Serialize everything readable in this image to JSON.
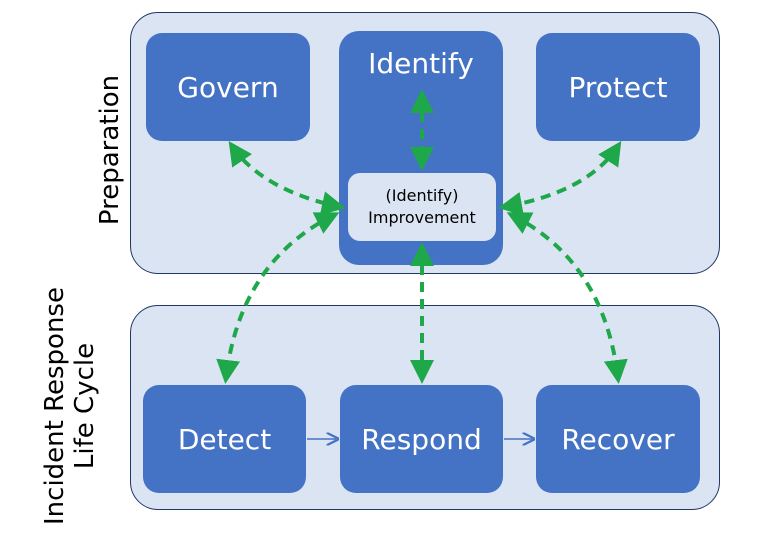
{
  "sections": {
    "preparation": "Preparation",
    "incident_line1": "Incident Response",
    "incident_line2": "Life Cycle"
  },
  "nodes": {
    "govern": "Govern",
    "identify": "Identify",
    "protect": "Protect",
    "improvement_line1": "(Identify)",
    "improvement_line2": "Improvement",
    "detect": "Detect",
    "respond": "Respond",
    "recover": "Recover"
  },
  "colors": {
    "panel_fill": "#dbe4f3",
    "panel_border": "#1f3864",
    "box_fill": "#4472c4",
    "dashed_arrow": "#1ea84a",
    "flow_arrow": "#4472c4"
  }
}
